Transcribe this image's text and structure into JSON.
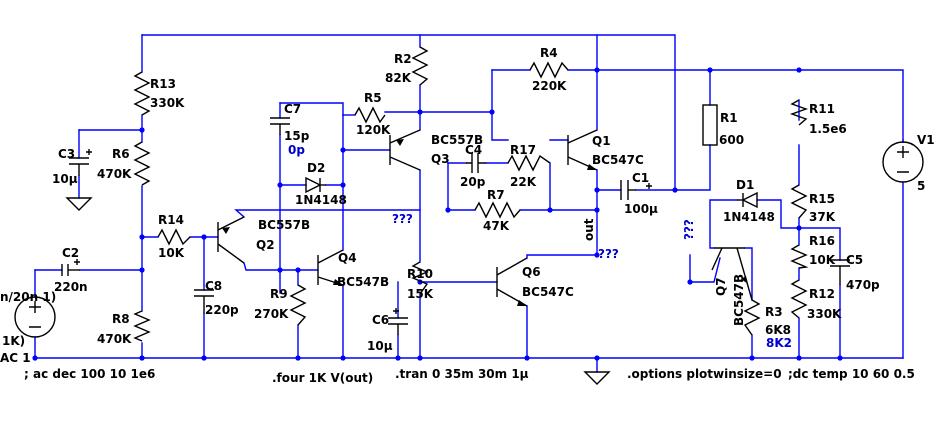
{
  "components": {
    "R13": {
      "ref": "R13",
      "val": "330K"
    },
    "R6": {
      "ref": "R6",
      "val": "470K"
    },
    "R8": {
      "ref": "R8",
      "val": "470K"
    },
    "R14": {
      "ref": "R14",
      "val": "10K"
    },
    "R2": {
      "ref": "R2",
      "val": "82K"
    },
    "R5": {
      "ref": "R5",
      "val": "120K"
    },
    "R4": {
      "ref": "R4",
      "val": "220K"
    },
    "R17": {
      "ref": "R17",
      "val": "22K"
    },
    "R7": {
      "ref": "R7",
      "val": "47K"
    },
    "R1": {
      "ref": "R1",
      "val": "600"
    },
    "R9": {
      "ref": "R9",
      "val": "270K"
    },
    "R10": {
      "ref": "R10",
      "val": "15K"
    },
    "R11": {
      "ref": "R11",
      "val": "1.5e6"
    },
    "R15": {
      "ref": "R15",
      "val": "37K"
    },
    "R16": {
      "ref": "R16",
      "val": "10K"
    },
    "R12": {
      "ref": "R12",
      "val": "330K"
    },
    "R3": {
      "ref": "R3",
      "val": "6K8",
      "val2": "8K2"
    },
    "C3": {
      "ref": "C3",
      "val": "10µ"
    },
    "C2": {
      "ref": "C2",
      "val": "220n"
    },
    "C7": {
      "ref": "C7",
      "val": "15p",
      "val2": "0p"
    },
    "C8": {
      "ref": "C8",
      "val": "220p"
    },
    "C4": {
      "ref": "C4",
      "val": "20p"
    },
    "C1": {
      "ref": "C1",
      "val": "100µ"
    },
    "C6": {
      "ref": "C6",
      "val": "10µ"
    },
    "C5": {
      "ref": "C5",
      "val": "470p"
    },
    "D1": {
      "ref": "D1",
      "val": "1N4148"
    },
    "D2": {
      "ref": "D2",
      "val": "1N4148"
    },
    "Q1": {
      "ref": "Q1",
      "val": "BC547C"
    },
    "Q2": {
      "ref": "Q2",
      "val": "BC557B"
    },
    "Q3": {
      "ref": "Q3",
      "val": "BC557B"
    },
    "Q4": {
      "ref": "Q4",
      "val": "BC547B"
    },
    "Q6": {
      "ref": "Q6",
      "val": "BC547C"
    },
    "Q7": {
      "ref": "Q7",
      "val": "BC547B"
    },
    "V1": {
      "ref": "V1",
      "val": "5"
    },
    "V2": {
      "line1": "n/20n 1)",
      "line2": "1K)",
      "line3": "AC 1"
    }
  },
  "nets": {
    "out": "out",
    "unknown": "???"
  },
  "directives": {
    "ac": "; ac dec 100 10 1e6",
    "four": ".four 1K V(out)",
    "tran": ".tran 0 35m 30m 1µ",
    "options": ".options plotwinsize=0",
    "dc": ";dc temp 10 60 0.5"
  }
}
